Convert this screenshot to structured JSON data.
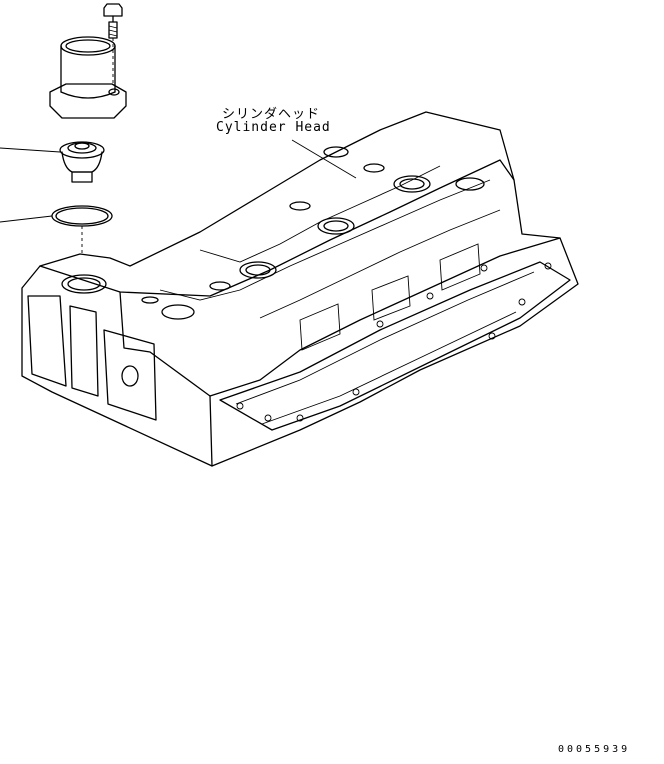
{
  "diagram": {
    "label_japanese": "シリンダヘッド",
    "label_english": "Cylinder Head",
    "figure_id": "00055939"
  }
}
